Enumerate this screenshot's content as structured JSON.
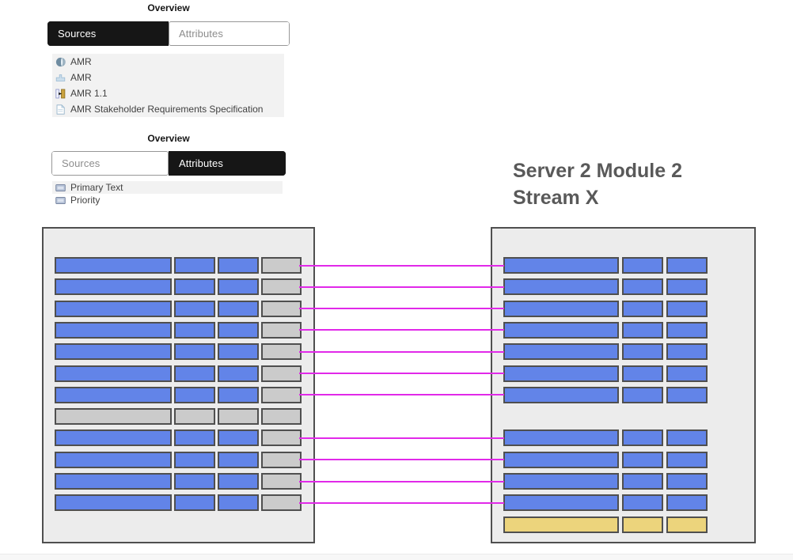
{
  "panels": [
    {
      "title": "Overview",
      "tabs": [
        {
          "label": "Sources",
          "active": true
        },
        {
          "label": "Attributes",
          "active": false
        }
      ],
      "items": [
        {
          "icon": "sphere-icon",
          "label": "AMR"
        },
        {
          "icon": "module-icon",
          "label": "AMR"
        },
        {
          "icon": "baseline-icon",
          "label": "AMR 1.1"
        },
        {
          "icon": "document-icon",
          "label": "AMR Stakeholder Requirements Specification"
        }
      ]
    },
    {
      "title": "Overview",
      "tabs": [
        {
          "label": "Sources",
          "active": false
        },
        {
          "label": "Attributes",
          "active": true
        }
      ],
      "items": [
        {
          "icon": "attribute-icon",
          "label": "Primary Text"
        },
        {
          "icon": "attribute-icon",
          "label": "Priority"
        }
      ]
    }
  ],
  "diagram": {
    "heading": "Server 2 Module 2 Stream X",
    "left_box": {
      "rows": [
        {
          "cells": [
            "blue",
            "blue",
            "blue",
            "gray"
          ],
          "connected": true
        },
        {
          "cells": [
            "blue",
            "blue",
            "blue",
            "gray"
          ],
          "connected": true
        },
        {
          "cells": [
            "blue",
            "blue",
            "blue",
            "gray"
          ],
          "connected": true
        },
        {
          "cells": [
            "blue",
            "blue",
            "blue",
            "gray"
          ],
          "connected": true
        },
        {
          "cells": [
            "blue",
            "blue",
            "blue",
            "gray"
          ],
          "connected": true
        },
        {
          "cells": [
            "blue",
            "blue",
            "blue",
            "gray"
          ],
          "connected": true
        },
        {
          "cells": [
            "blue",
            "blue",
            "blue",
            "gray"
          ],
          "connected": true
        },
        {
          "cells": [
            "gray",
            "gray",
            "gray",
            "gray"
          ],
          "connected": false
        },
        {
          "cells": [
            "blue",
            "blue",
            "blue",
            "gray"
          ],
          "connected": true
        },
        {
          "cells": [
            "blue",
            "blue",
            "blue",
            "gray"
          ],
          "connected": true
        },
        {
          "cells": [
            "blue",
            "blue",
            "blue",
            "gray"
          ],
          "connected": true
        },
        {
          "cells": [
            "blue",
            "blue",
            "blue",
            "gray"
          ],
          "connected": true
        }
      ]
    },
    "right_box": {
      "rows": [
        {
          "slot": 0,
          "cells": [
            "blue",
            "blue",
            "blue"
          ]
        },
        {
          "slot": 1,
          "cells": [
            "blue",
            "blue",
            "blue"
          ]
        },
        {
          "slot": 2,
          "cells": [
            "blue",
            "blue",
            "blue"
          ]
        },
        {
          "slot": 3,
          "cells": [
            "blue",
            "blue",
            "blue"
          ]
        },
        {
          "slot": 4,
          "cells": [
            "blue",
            "blue",
            "blue"
          ]
        },
        {
          "slot": 5,
          "cells": [
            "blue",
            "blue",
            "blue"
          ]
        },
        {
          "slot": 6,
          "cells": [
            "blue",
            "blue",
            "blue"
          ]
        },
        {
          "slot": 8,
          "cells": [
            "blue",
            "blue",
            "blue"
          ]
        },
        {
          "slot": 9,
          "cells": [
            "blue",
            "blue",
            "blue"
          ]
        },
        {
          "slot": 10,
          "cells": [
            "blue",
            "blue",
            "blue"
          ]
        },
        {
          "slot": 11,
          "cells": [
            "blue",
            "blue",
            "blue"
          ]
        },
        {
          "slot": 12,
          "cells": [
            "yellow",
            "yellow",
            "yellow"
          ]
        }
      ]
    }
  },
  "colors": {
    "blue": "#6284e8",
    "gray": "#cbcbcb",
    "yellow": "#ecd47c",
    "cell_border": "#4f4f4f",
    "box_bg": "#ececec",
    "magenta": "#e129e9",
    "tab_active_bg": "#161616",
    "heading_color": "#595959"
  }
}
